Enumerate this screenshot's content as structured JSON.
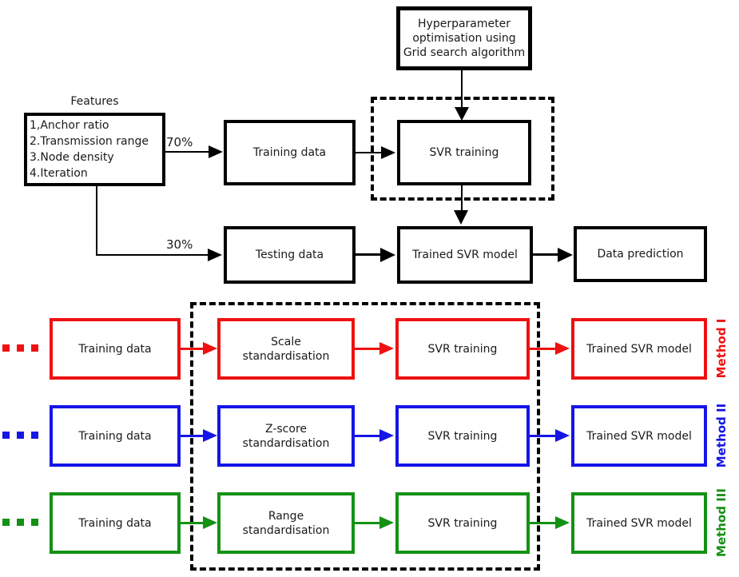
{
  "colors": {
    "outline": "#000000",
    "text": "#1a1a1a",
    "method_1": "#ee1111",
    "method_2": "#1515e6",
    "method_3": "#149114"
  },
  "top_flow": {
    "hyperparameter_lines": [
      "Hyperparameter",
      "optimisation using",
      "Grid search algorithm"
    ],
    "features_title": "Features",
    "features_items": [
      "1,Anchor ratio",
      "2.Transmission range",
      "3.Node density",
      "4.Iteration"
    ],
    "train_split_label": "70%",
    "test_split_label": "30%",
    "training_data_label": "Training data",
    "svr_training_label": "SVR training",
    "testing_data_label": "Testing data",
    "trained_model_label": "Trained SVR model",
    "data_prediction_label": "Data prediction"
  },
  "methods": [
    {
      "name": "Method I",
      "color": "#ee1111",
      "training_label": "Training data",
      "standardisation_lines": [
        "Scale",
        "standardisation"
      ],
      "svr_label": "SVR training",
      "trained_label": "Trained SVR model"
    },
    {
      "name": "Method II",
      "color": "#1515e6",
      "training_label": "Training data",
      "standardisation_lines": [
        "Z-score",
        "standardisation"
      ],
      "svr_label": "SVR training",
      "trained_label": "Trained SVR model"
    },
    {
      "name": "Method III",
      "color": "#149114",
      "training_label": "Training data",
      "standardisation_lines": [
        "Range",
        "standardisation"
      ],
      "svr_label": "SVR training",
      "trained_label": "Trained SVR model"
    }
  ]
}
